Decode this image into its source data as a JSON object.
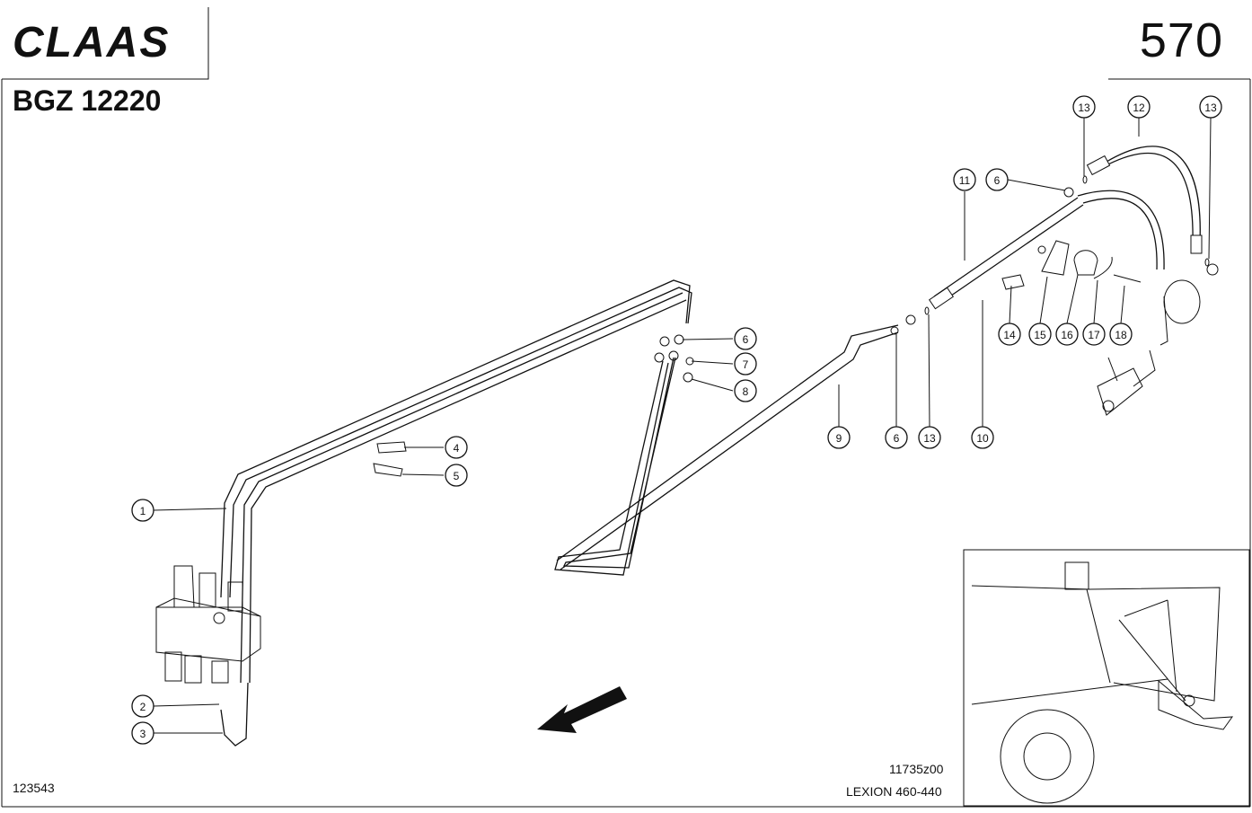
{
  "brand": "CLAAS",
  "page_number": "570",
  "doc_code": "BGZ 12220",
  "drawing_number": "11735z00",
  "model": "LEXION 460-440",
  "sheet_id": "123543",
  "callouts": [
    {
      "n": "1"
    },
    {
      "n": "2"
    },
    {
      "n": "3"
    },
    {
      "n": "4"
    },
    {
      "n": "5"
    },
    {
      "n": "6"
    },
    {
      "n": "7"
    },
    {
      "n": "8"
    },
    {
      "n": "9"
    },
    {
      "n": "6"
    },
    {
      "n": "13"
    },
    {
      "n": "10"
    },
    {
      "n": "11"
    },
    {
      "n": "6"
    },
    {
      "n": "13"
    },
    {
      "n": "12"
    },
    {
      "n": "13"
    },
    {
      "n": "14"
    },
    {
      "n": "15"
    },
    {
      "n": "16"
    },
    {
      "n": "17"
    },
    {
      "n": "18"
    }
  ]
}
